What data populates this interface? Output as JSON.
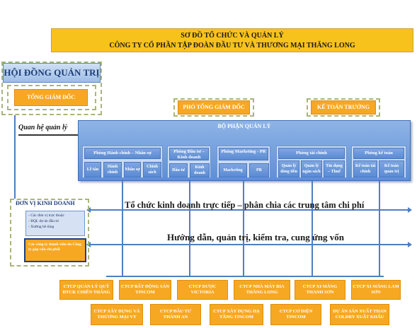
{
  "title": {
    "line1": "SƠ ĐỒ TỔ CHỨC VÀ QUẢN LÝ",
    "line2": "CÔNG TY CỔ PHẦN TẬP ĐOÀN ĐẦU TƯ VÀ THƯƠNG MẠI THĂNG LONG"
  },
  "board": "HỘI ĐỒNG QUẢN TRỊ",
  "ceo": "TỔNG GIÁM ĐỐC",
  "deputy_ceo": "PHÓ TỔNG GIÁM ĐỐC",
  "chief_accountant": "KẾ TOÁN TRƯỞNG",
  "management_relation": "Quan hệ quản lý",
  "management_dept": {
    "title": "BỘ PHẬN QUẢN LÝ",
    "departments": [
      {
        "name": "Phòng Hành chính – Nhân sự",
        "subs": [
          "Lễ tân",
          "Hành chính",
          "Nhân sự",
          "Chính sách"
        ]
      },
      {
        "name": "Phòng Đầu tư – Kinh doanh",
        "subs": [
          "Đầu tư",
          "Kinh doanh"
        ]
      },
      {
        "name": "Phòng Marketing - PR",
        "subs": [
          "Marketing",
          "PR"
        ]
      },
      {
        "name": "Phòng tài chính",
        "subs": [
          "Quản lý dòng tiền",
          "Quản lý ngân sách",
          "Tín dụng – Thuế"
        ]
      },
      {
        "name": "Phòng kế toán",
        "subs": [
          "Kế toán tài chính",
          "Kế toán quản trị"
        ]
      }
    ]
  },
  "business_unit": {
    "title": "ĐƠN VỊ KINH DOANH",
    "items": [
      "Các đơn vị trực thuộc",
      "BQL dự án đầu tư",
      "Xưởng bê tông"
    ],
    "affiliates": "Các công ty thành viên do Công ty góp vốn chi phối"
  },
  "line_texts": {
    "cost_center": "Tổ chức kinh doanh trực tiếp – phân chia các trung tâm chi phí",
    "guidance": "Hướng dẫn, quản trị, kiểm tra, cung ứng vốn"
  },
  "companies_row1": [
    "CTCP QUẢN LÝ QUỸ ĐTCK CHIẾN THẮNG",
    "CTCP BẤT ĐỘNG SẢN TINCOM",
    "CTCP DƯỢC VICTORIA",
    "CTCP NHÀ MÁY BIA THĂNG LONG",
    "CTCP XI MĂNG THANH SƠN",
    "CTCP XI MĂNG LAM SƠN"
  ],
  "companies_row2": [
    "CTCP XÂY DỰNG VÀ THƯƠNG MẠI VT",
    "CTCP ĐẦU TƯ THÀNH AN",
    "CTCP XÂY DỰNG HẠ TẦNG TINCOM",
    "CTCP CƠ ĐIỆN TINCOM",
    "DỰ ÁN SẢN XUẤT THAN COLDRY XUẤT KHẨU"
  ],
  "colors": {
    "orange": "#f7a823",
    "yellow": "#f7c21c",
    "blue": "#5b8bd4",
    "light_blue": "#c9daf3"
  }
}
